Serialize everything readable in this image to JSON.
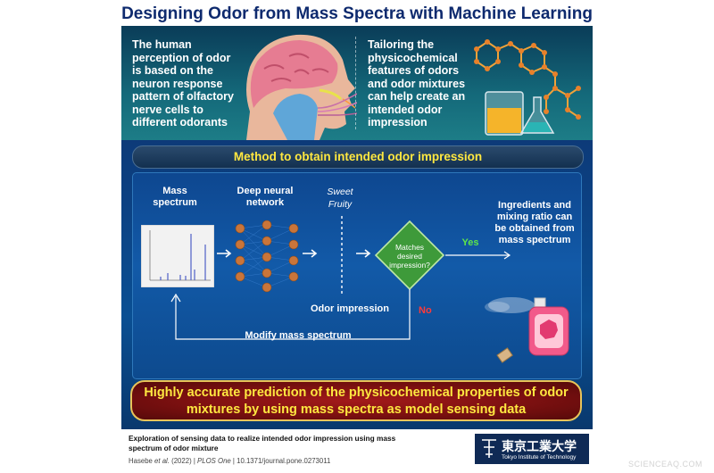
{
  "title": "Designing Odor from Mass Spectra with Machine Learning",
  "top_panel": {
    "left_text": "The human perception of odor is based on the neuron response pattern of olfactory nerve cells to different odorants",
    "right_text": "Tailoring the physicochemical features of odors and odor mixtures can help create an intended odor impression"
  },
  "method_banner": "Method to obtain intended odor impression",
  "diagram": {
    "mass_spectrum_label": "Mass spectrum",
    "dnn_label": "Deep neural network",
    "sweet_label": "Sweet",
    "fruity_label": "Fruity",
    "odor_impression_label": "Odor impression",
    "decision_text": "Matches desired impression?",
    "yes_label": "Yes",
    "no_label": "No",
    "modify_label": "Modify mass spectrum",
    "result_text": "Ingredients and mixing ratio can be obtained from mass spectrum"
  },
  "bottom_banner": "Highly accurate prediction of the physicochemical properties of odor mixtures by using mass spectra as model sensing data",
  "citation": {
    "title": "Exploration of sensing data to realize intended odor impression using mass spectrum of odor mixture",
    "authors": "Hasebe",
    "etal": "et al.",
    "year": "(2022) |",
    "journal": "PLOS One",
    "doi": "| 10.1371/journal.pone.0273011"
  },
  "logo": {
    "japanese_name": "東京工業大学",
    "english_name": "Tokyo Institute of Technology"
  },
  "watermark": "SCIENCEAQ.COM",
  "colors": {
    "title_blue": "#0e2a6e",
    "banner_yellow": "#ffe840",
    "decision_green": "#3e9a3a",
    "no_red": "#ff3a3a",
    "bottom_red": "#8e1414"
  }
}
